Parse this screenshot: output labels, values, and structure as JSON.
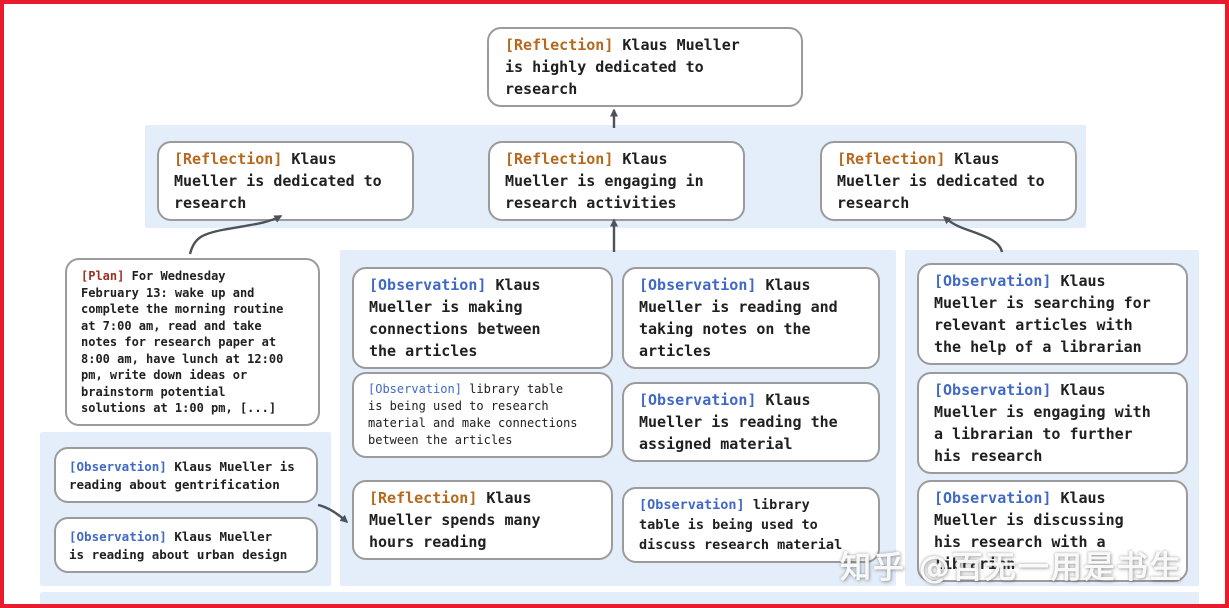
{
  "diagram": {
    "root": {
      "tag": "[Reflection]",
      "text": "Klaus Mueller is highly dedicated to research"
    },
    "level2": [
      {
        "tag": "[Reflection]",
        "text": "Klaus Mueller is dedicated to research"
      },
      {
        "tag": "[Reflection]",
        "text": "Klaus Mueller is engaging in research activities"
      },
      {
        "tag": "[Reflection]",
        "text": "Klaus Mueller is dedicated to research"
      }
    ],
    "plan": {
      "tag": "[Plan]",
      "text": "For Wednesday February 13: wake up and complete the morning routine at 7:00 am, read and take notes for research paper at 8:00 am, have lunch at 12:00 pm, write down ideas or brainstorm potential solutions at 1:00 pm, [...]"
    },
    "left_group": [
      {
        "tag": "[Observation]",
        "text": "Klaus Mueller is reading about gentrification"
      },
      {
        "tag": "[Observation]",
        "text": "Klaus Mueller is reading about urban design"
      }
    ],
    "middle_col1": [
      {
        "tag": "[Observation]",
        "text": "Klaus Mueller is making connections between the articles"
      },
      {
        "tag": "[Observation]",
        "text": "library table is being used to research material and make connections between the articles"
      },
      {
        "tag": "[Reflection]",
        "text": "Klaus Mueller spends many hours reading"
      }
    ],
    "middle_col2": [
      {
        "tag": "[Observation]",
        "text": "Klaus Mueller is reading and taking notes on the articles"
      },
      {
        "tag": "[Observation]",
        "text": "Klaus Mueller is reading the assigned material"
      },
      {
        "tag": "[Observation]",
        "text": "library table is being used to discuss research material"
      }
    ],
    "right_col": [
      {
        "tag": "[Observation]",
        "text": "Klaus Mueller is searching for relevant articles with the help of a librarian"
      },
      {
        "tag": "[Observation]",
        "text": "Klaus Mueller is engaging with a librarian to further his research"
      },
      {
        "tag": "[Observation]",
        "text": "Klaus Mueller is discussing his research with a librarian"
      }
    ]
  },
  "watermark": "知乎 @百无一用是书生",
  "colors": {
    "frame_red": "#e81c2e",
    "panel_blue": "#e4eefa",
    "box_border_gray": "#9b9b9b",
    "reflection_tag": "#b5691d",
    "observation_tag": "#4169c4",
    "plan_tag": "#9e2f23",
    "arrow_gray": "#4d5359",
    "text": "#202020"
  }
}
